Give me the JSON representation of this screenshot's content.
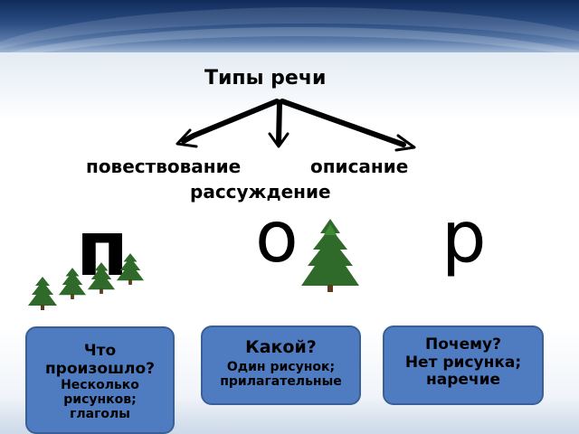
{
  "title": "Типы речи",
  "types": {
    "narration": "повествование",
    "description": "описание",
    "reasoning": "рассуждение"
  },
  "letters": {
    "p": "п",
    "o": "о",
    "r": "р"
  },
  "boxes": {
    "left": {
      "line1": "Что",
      "line2": "произошло?",
      "line3": "Несколько",
      "line4": "рисунков;",
      "line5": "глаголы"
    },
    "middle": {
      "line1": "Какой?",
      "line2": "Один рисунок;",
      "line3": "прилагательные"
    },
    "right": {
      "line1": "Почему?",
      "line2": "Нет рисунка;",
      "line3": "наречие"
    }
  },
  "colors": {
    "box_fill": "#4f7cc0",
    "box_border": "#3a5f96",
    "tree_green": "#2f6a2a"
  },
  "icons": [
    "fir-tree-icon"
  ]
}
